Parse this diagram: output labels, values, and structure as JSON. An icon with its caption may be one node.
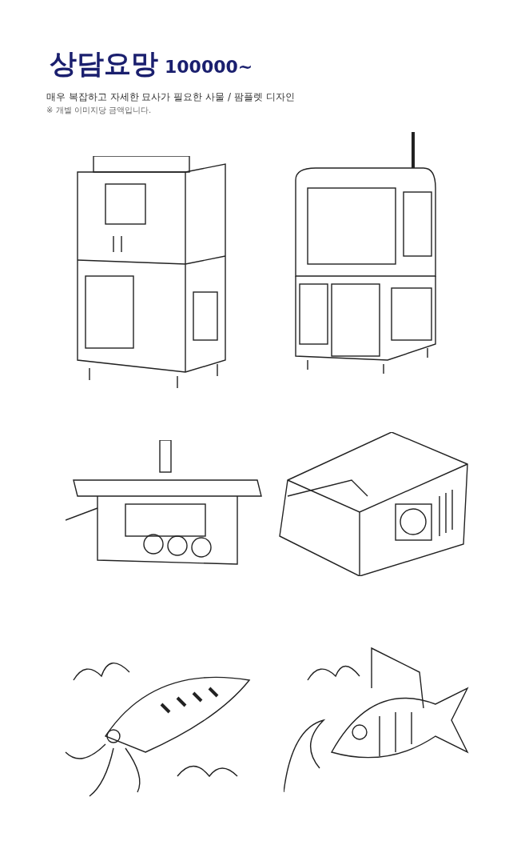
{
  "diagram": {
    "title": "상담요망",
    "labels": [
      "100000~",
      "매우 복잡하고 자세한 묘사가 필요한 사물 / 팜플렛 디자인",
      "※ 개별 이미지당 금액입니다."
    ]
  }
}
